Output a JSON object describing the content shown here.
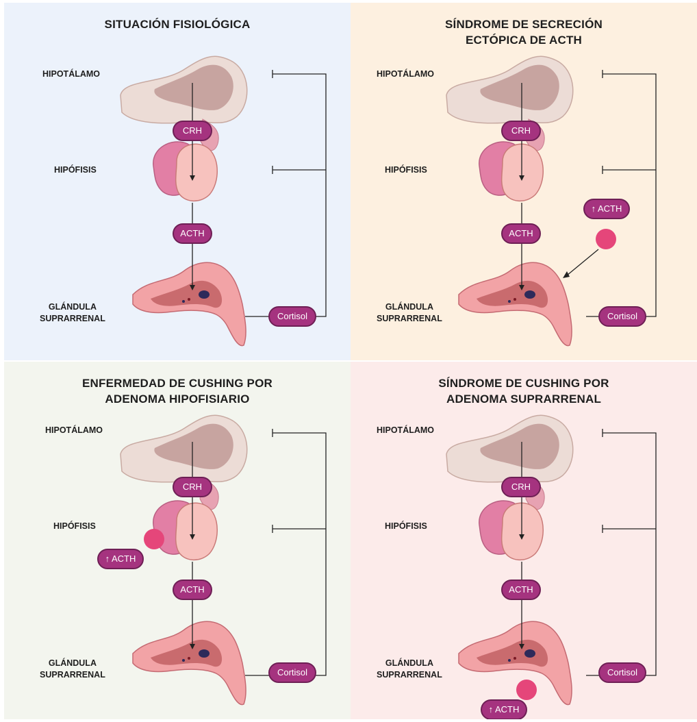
{
  "labels": {
    "hipotalamo": "HIPOTÁLAMO",
    "hipofisis": "HIPÓFISIS",
    "glandula1": "GLÁNDULA",
    "glandula2": "SUPRARRENAL",
    "crh": "CRH",
    "acth": "ACTH",
    "cortisol": "Cortisol",
    "acth_up": "↑ ACTH"
  },
  "panels": [
    {
      "title1": "SITUACIÓN FISIOLÓGICA",
      "title2": "",
      "background": "#ecf2fb"
    },
    {
      "title1": "SÍNDROME DE SECRECIÓN",
      "title2": "ECTÓPICA DE ACTH",
      "background": "#fdf0e0"
    },
    {
      "title1": "ENFERMEDAD DE CUSHING POR",
      "title2": "ADENOMA HIPOFISIARIO",
      "background": "#f3f5ee"
    },
    {
      "title1": "SÍNDROME DE CUSHING POR",
      "title2": "ADENOMA SUPRARRENAL",
      "background": "#fcebea"
    }
  ],
  "colors": {
    "pill_fill": "#a5337f",
    "tumor": "#e5467a",
    "gland": "#f2a3a6",
    "pituitary": "#e898ab"
  }
}
